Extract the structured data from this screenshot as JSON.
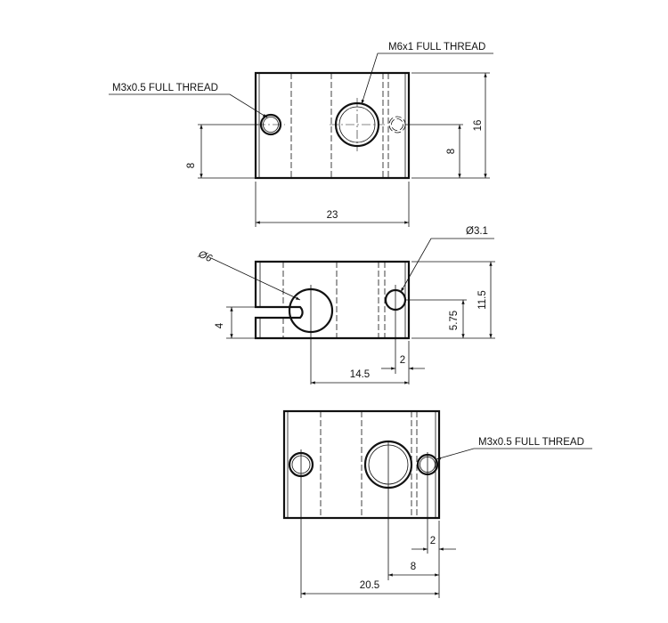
{
  "annotations": {
    "top_m3": "M3x0.5 FULL THREAD",
    "top_m6": "M6x1 FULL THREAD",
    "bottom_m3": "M3x0.5 FULL THREAD"
  },
  "dimensions": {
    "top_width": "23",
    "top_height": "16",
    "top_left_8": "8",
    "top_right_8": "8",
    "mid_diameter_6": "Ø6",
    "mid_diameter_31": "Ø3.1",
    "mid_height": "11.5",
    "mid_575": "5.75",
    "mid_slot": "4",
    "mid_145": "14.5",
    "mid_2": "2",
    "bot_2": "2",
    "bot_8": "8",
    "bot_205": "20.5"
  }
}
